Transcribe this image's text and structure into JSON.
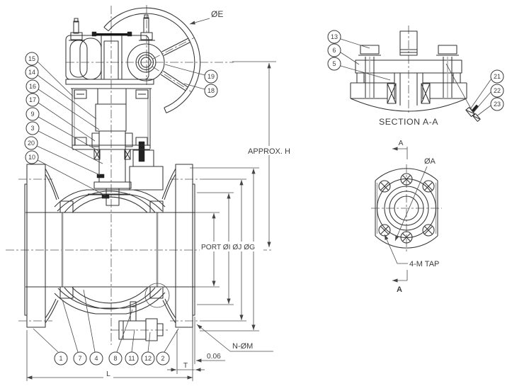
{
  "balloons": {
    "n1": "1",
    "n2": "2",
    "n3": "3",
    "n4": "4",
    "n5": "5",
    "n6": "6",
    "n7": "7",
    "n8": "8",
    "n9": "9",
    "n10": "10",
    "n11": "11",
    "n12": "12",
    "n13": "13",
    "n14": "14",
    "n15": "15",
    "n16": "16",
    "n17": "17",
    "n18": "18",
    "n19": "19",
    "n20": "20",
    "n21": "21",
    "n22": "22",
    "n23": "23"
  },
  "labels": {
    "wheel_dia": "ØE",
    "height": "APPROX. H",
    "port_dias": "PORT ØI ØJ ØG",
    "bolt_holes": "N-ØM",
    "raised_face": "0.06",
    "flange_thickness": "T",
    "face_to_face": "L",
    "section_title": "SECTION A-A",
    "cut_arrow_top": "A",
    "cut_arrow_bottom": "A",
    "flange_dia": "ØA",
    "tap_note": "4-M TAP"
  },
  "colors": {
    "line": "#333333",
    "centerline": "#555555",
    "shade": "#9b9b9b",
    "text": "#3d3d3d",
    "background": "#ffffff"
  }
}
